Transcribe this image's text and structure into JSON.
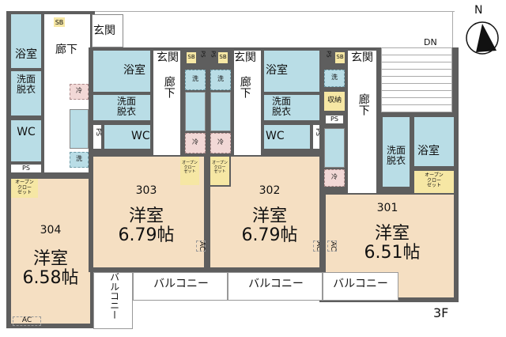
{
  "floor": "3F",
  "compass": {
    "label": "N"
  },
  "stair": {
    "label": "DN"
  },
  "units": [
    {
      "id": "304",
      "room_type": "洋室",
      "size": "6.58帖"
    },
    {
      "id": "303",
      "room_type": "洋室",
      "size": "6.79帖"
    },
    {
      "id": "302",
      "room_type": "洋室",
      "size": "6.79帖"
    },
    {
      "id": "301",
      "room_type": "洋室",
      "size": "6.51帖"
    }
  ],
  "labels": {
    "bath": "浴室",
    "hallway": "廊下",
    "hallway_v": "廊下",
    "entrance": "玄関",
    "washroom": "洗面\n脱衣",
    "washroom_l1": "洗面",
    "washroom_l2": "脱衣",
    "wc": "WC",
    "ps": "PS",
    "sb": "SB",
    "fridge": "冷",
    "washer": "洗",
    "storage": "収納",
    "open_closet_l1": "オープン",
    "open_closet_l2": "クロー",
    "open_closet_l3": "ゼット",
    "ac": "AC",
    "balcony": "バルコニー"
  },
  "colors": {
    "wall": "#5e5e5e",
    "wet_area": "#b9dde6",
    "room": "#f5dfc2",
    "closet": "#f6e7a4",
    "fridge": "#f2d8d6"
  }
}
